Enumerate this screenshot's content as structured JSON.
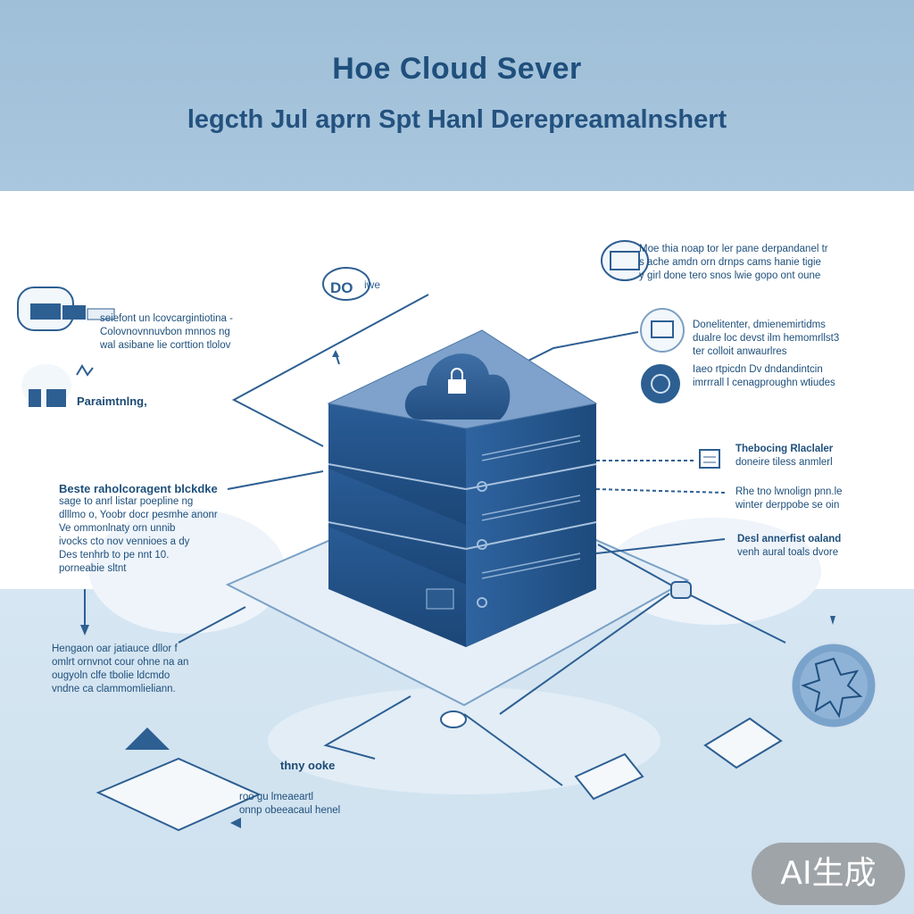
{
  "header": {
    "title": "Hoe Cloud Sever",
    "subtitle": "legcth Jul aprn Spt Hanl  Derepreamalnshert"
  },
  "badge": {
    "label": "AI生成"
  },
  "cloud_logo_label": "DO",
  "cloud_logo_label2": "iwe",
  "annotations": {
    "top_right_block": [
      "Moe thia noap tor ler pane derpandanel tr",
      "s ache amdn orn drnps cams hanie tigie",
      "y girl done tero snos lwie gopo ont oune"
    ],
    "right_1": [
      "Donelitenter, dmienemirtidms",
      "dualre loc devst ilm hemomrllst3",
      "ter colloit anwaurlres"
    ],
    "right_2": [
      "Iaeo rtpicdn Dv dndandintcin",
      "imrrrall l cenagproughn wtiudes"
    ],
    "right_3": [
      "Thebocing Rlaclaler",
      "doneire tiless anmlerl"
    ],
    "right_4": [
      "Rhe tno lwnolign pnn.le",
      "winter derppobe se oin"
    ],
    "right_5": [
      "Desl annerfist oaland",
      "venh aural toals dvore"
    ],
    "left_1": [
      "seiefont un lcovcargintiotina -",
      "Colovnovnnuvbon mnnos ng",
      "wal asibane lie corttion tlolov"
    ],
    "left_2": [
      "Paraimtnlng,"
    ],
    "left_3_title": "Beste raholcoragent blckdke",
    "left_3": [
      "sage to anrl listar poepline ng",
      "dlllmo o, Yoobr docr  pesmhe anonr",
      "Ve ommonlnaty orn unnib",
      "ivocks cto nov vennioes a dy",
      "Des tenhrb to pe nnt 10.",
      "porneabie sltnt"
    ],
    "left_4": [
      "Hengaon oar jatiauce dllor f",
      "omlrt ornvnot cour ohne na an",
      "ougyoln clfe tbolie ldcmdo",
      "vndne ca clammomlieliann."
    ],
    "bottom_1": [
      "thny ooke"
    ],
    "bottom_2": [
      "roo gu lmeaeartl",
      "onnp obeeacaul henel"
    ]
  },
  "colors": {
    "banner": "#a3c2da",
    "server_dark": "#1f4f86",
    "server_top": "#6f95c2",
    "accent": "#2a5f92",
    "lower_bg": "#d3e4f1"
  }
}
